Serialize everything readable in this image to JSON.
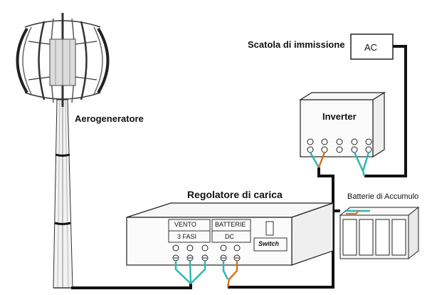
{
  "labels": {
    "wind_generator": "Aerogeneratore",
    "charge_controller": "Regolatore di carica",
    "inverter": "Inverter",
    "grid_box": "Scatola di immissione",
    "ac": "AC",
    "batteries": "Batterie di Accumulo"
  },
  "controller_panel": {
    "wind": "VENTO",
    "phases": "3 FASI",
    "battery": "BATTERIE",
    "dc": "DC",
    "switch": "Switch"
  },
  "colors": {
    "cable": "#111111",
    "ac_wire": "#2fb8b0",
    "dc_wire": "#d8751f",
    "line": "#222222"
  }
}
